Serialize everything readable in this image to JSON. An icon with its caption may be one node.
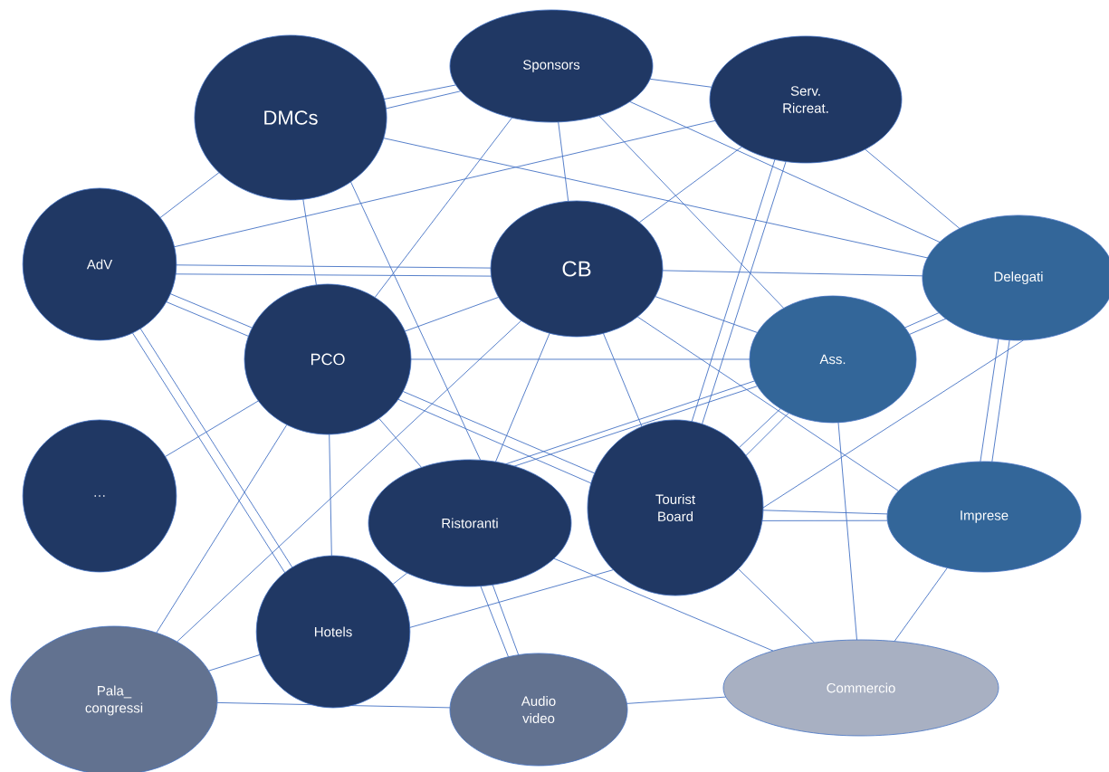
{
  "diagram": {
    "nodes": [
      {
        "text": [
          "Sponsors"
        ]
      },
      {
        "text": [
          "DMCs"
        ]
      },
      {
        "text": [
          "Serv. Ricreat."
        ]
      },
      {
        "text": [
          "AdV"
        ]
      },
      {
        "text": [
          "CB"
        ]
      },
      {
        "text": [
          "Delegati"
        ]
      },
      {
        "text": [
          "PCO"
        ]
      },
      {
        "text": [
          "Ass."
        ]
      },
      {
        "text": [
          "…"
        ]
      },
      {
        "text": [
          "Ristoranti"
        ]
      },
      {
        "text": [
          "Tourist Board"
        ]
      },
      {
        "text": [
          "Imprese"
        ]
      },
      {
        "text": [
          "Hotels"
        ]
      },
      {
        "text": [
          "Pala_ congressi"
        ]
      },
      {
        "text": [
          "Audio video"
        ]
      },
      {
        "text": [
          "Commercio"
        ]
      }
    ],
    "edges": [
      {
        "from": 1,
        "to": 0,
        "arrow": "none"
      },
      {
        "from": 1,
        "to": 0,
        "arrow": "none"
      },
      {
        "from": 0,
        "to": 2,
        "arrow": "none"
      },
      {
        "from": 1,
        "to": 5,
        "arrow": "none"
      },
      {
        "from": 1,
        "to": 3,
        "arrow": "none"
      },
      {
        "from": 1,
        "to": 6,
        "arrow": "none"
      },
      {
        "from": 1,
        "to": 9,
        "arrow": "none"
      },
      {
        "from": 3,
        "to": 2,
        "arrow": "none"
      },
      {
        "from": 3,
        "to": 4,
        "arrow": "none"
      },
      {
        "from": 3,
        "to": 4,
        "arrow": "none"
      },
      {
        "from": 3,
        "to": 6,
        "arrow": "none"
      },
      {
        "from": 3,
        "to": 6,
        "arrow": "none"
      },
      {
        "from": 3,
        "to": 12,
        "arrow": "none"
      },
      {
        "from": 3,
        "to": 12,
        "arrow": "none"
      },
      {
        "from": 0,
        "to": 6,
        "arrow": "none"
      },
      {
        "from": 0,
        "to": 4,
        "arrow": "none"
      },
      {
        "from": 0,
        "to": 7,
        "arrow": "none"
      },
      {
        "from": 0,
        "to": 5,
        "arrow": "none"
      },
      {
        "from": 2,
        "to": 4,
        "arrow": "none"
      },
      {
        "from": 2,
        "to": 10,
        "arrow": "none"
      },
      {
        "from": 2,
        "to": 10,
        "arrow": "none"
      },
      {
        "from": 2,
        "to": 5,
        "arrow": "none"
      },
      {
        "from": 4,
        "to": 5,
        "arrow": "none"
      },
      {
        "from": 4,
        "to": 7,
        "arrow": "none"
      },
      {
        "from": 4,
        "to": 11,
        "arrow": "none"
      },
      {
        "from": 4,
        "to": 6,
        "arrow": "none"
      },
      {
        "from": 4,
        "to": 13,
        "arrow": "none"
      },
      {
        "from": 4,
        "to": 9,
        "arrow": "none"
      },
      {
        "from": 4,
        "to": 10,
        "arrow": "none"
      },
      {
        "from": 6,
        "to": 7,
        "arrow": "none"
      },
      {
        "from": 6,
        "to": 9,
        "arrow": "none"
      },
      {
        "from": 6,
        "to": 10,
        "arrow": "none"
      },
      {
        "from": 6,
        "to": 10,
        "arrow": "none"
      },
      {
        "from": 6,
        "to": 12,
        "arrow": "none"
      },
      {
        "from": 6,
        "to": 8,
        "arrow": "none"
      },
      {
        "from": 6,
        "to": 13,
        "arrow": "none"
      },
      {
        "from": 9,
        "to": 15,
        "arrow": "none"
      },
      {
        "from": 12,
        "to": 9,
        "arrow": "none"
      },
      {
        "from": 12,
        "to": 10,
        "arrow": "none"
      },
      {
        "from": 12,
        "to": 13,
        "arrow": "none"
      },
      {
        "from": 9,
        "to": 14,
        "arrow": "none"
      },
      {
        "from": 9,
        "to": 14,
        "arrow": "none"
      },
      {
        "from": 13,
        "to": 14,
        "arrow": "none"
      },
      {
        "from": 14,
        "to": 15,
        "arrow": "none"
      },
      {
        "from": 9,
        "to": 7,
        "arrow": "none"
      },
      {
        "from": 9,
        "to": 7,
        "arrow": "none"
      },
      {
        "from": 10,
        "to": 7,
        "arrow": "none"
      },
      {
        "from": 10,
        "to": 7,
        "arrow": "none"
      },
      {
        "from": 10,
        "to": 5,
        "arrow": "none"
      },
      {
        "from": 10,
        "to": 11,
        "arrow": "none"
      },
      {
        "from": 10,
        "to": 11,
        "arrow": "none"
      },
      {
        "from": 10,
        "to": 15,
        "arrow": "none"
      },
      {
        "from": 7,
        "to": 15,
        "arrow": "none"
      },
      {
        "from": 7,
        "to": 5,
        "arrow": "none"
      },
      {
        "from": 7,
        "to": 5,
        "arrow": "none"
      },
      {
        "from": 5,
        "to": 11,
        "arrow": "none"
      },
      {
        "from": 5,
        "to": 11,
        "arrow": "none"
      },
      {
        "from": 11,
        "to": 15,
        "arrow": "none"
      }
    ]
  }
}
